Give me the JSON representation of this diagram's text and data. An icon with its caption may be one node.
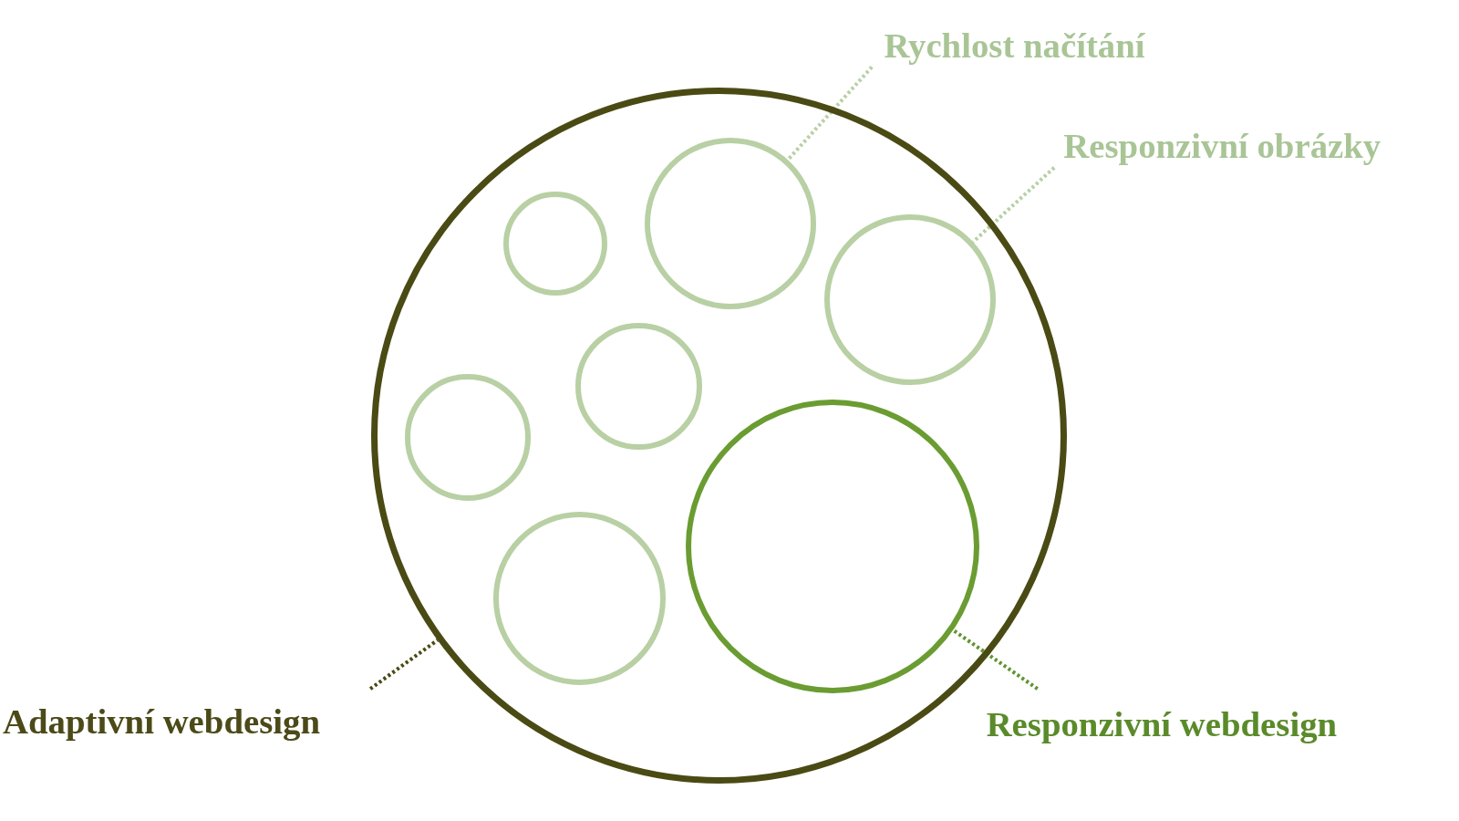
{
  "diagram": {
    "nodes": [
      {
        "text": [
          "Rychlost načítání"
        ]
      },
      {
        "text": [
          "Responzivní obrázky"
        ]
      },
      {
        "text": [
          "Adaptivní webdesign"
        ]
      },
      {
        "text": [
          "Responzivní webdesign"
        ]
      },
      {
        "text": [],
        "shape": "circle"
      },
      {
        "text": [],
        "shape": "circle",
        "in": 4
      },
      {
        "text": [],
        "shape": "circle",
        "in": 4
      },
      {
        "text": [],
        "shape": "circle",
        "in": 4
      },
      {
        "text": [],
        "shape": "circle",
        "in": 4
      },
      {
        "text": [],
        "shape": "circle",
        "in": 4
      },
      {
        "text": [],
        "shape": "circle",
        "in": 4
      },
      {
        "text": [],
        "shape": "circle",
        "in": 4
      }
    ],
    "edges": [
      {
        "from": 0,
        "to": 9,
        "arrow": "none",
        "color": "#b8d0a4"
      },
      {
        "from": 1,
        "to": 11,
        "arrow": "none",
        "color": "#b8d0a4"
      },
      {
        "from": 2,
        "to": 4,
        "arrow": "none",
        "color": "#4a4a14"
      },
      {
        "from": 3,
        "to": 10,
        "arrow": "none",
        "color": "#5f9430"
      }
    ]
  }
}
